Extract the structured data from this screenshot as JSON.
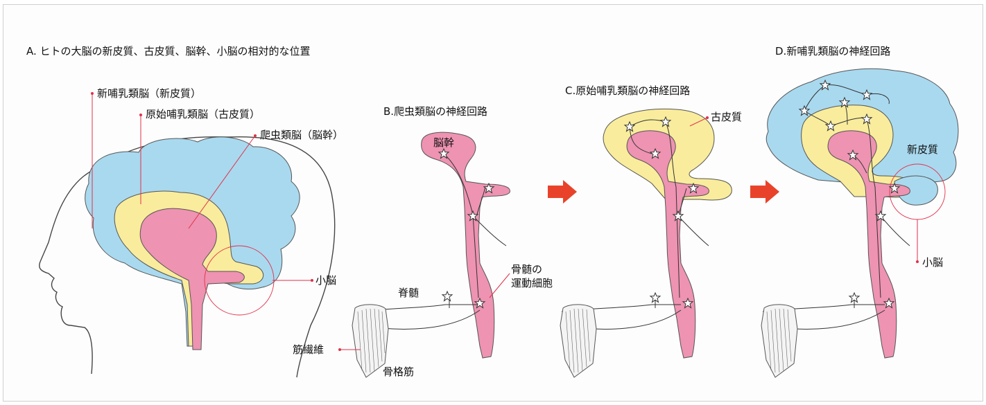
{
  "panels": {
    "a": {
      "title": "A. ヒトの大脳の新皮質、古皮質、脳幹、小脳の相対的な位置",
      "neomammalian": "新哺乳類脳（新皮質）",
      "paleomammalian": "原始哺乳類脳（古皮質）",
      "reptilian": "爬虫類脳（脳幹）",
      "cerebellum": "小脳"
    },
    "b": {
      "title": "B.爬虫類脳の神経回路",
      "brainstem": "脳幹",
      "spinal_cord": "脊髄",
      "motor_cell_line1": "骨髄の",
      "motor_cell_line2": "運動細胞",
      "muscle_fiber": "筋繊維",
      "skeletal_muscle": "骨格筋"
    },
    "c": {
      "title": "C.原始哺乳類脳の神経回路",
      "paleocortex": "古皮質"
    },
    "d": {
      "title": "D.新哺乳類脳の神経回路",
      "neocortex": "新皮質",
      "cerebellum": "小脳"
    }
  },
  "colors": {
    "neocortex_blue": "#a9d9ef",
    "paleocortex_yellow": "#f9ec9c",
    "brainstem_pink": "#ee93b1",
    "arrow_red": "#e8432a",
    "leader_red": "#e2304a",
    "outline": "#444444"
  },
  "icons": [
    "neuron-star-icon",
    "arrow-right-icon",
    "red-dot-icon"
  ]
}
